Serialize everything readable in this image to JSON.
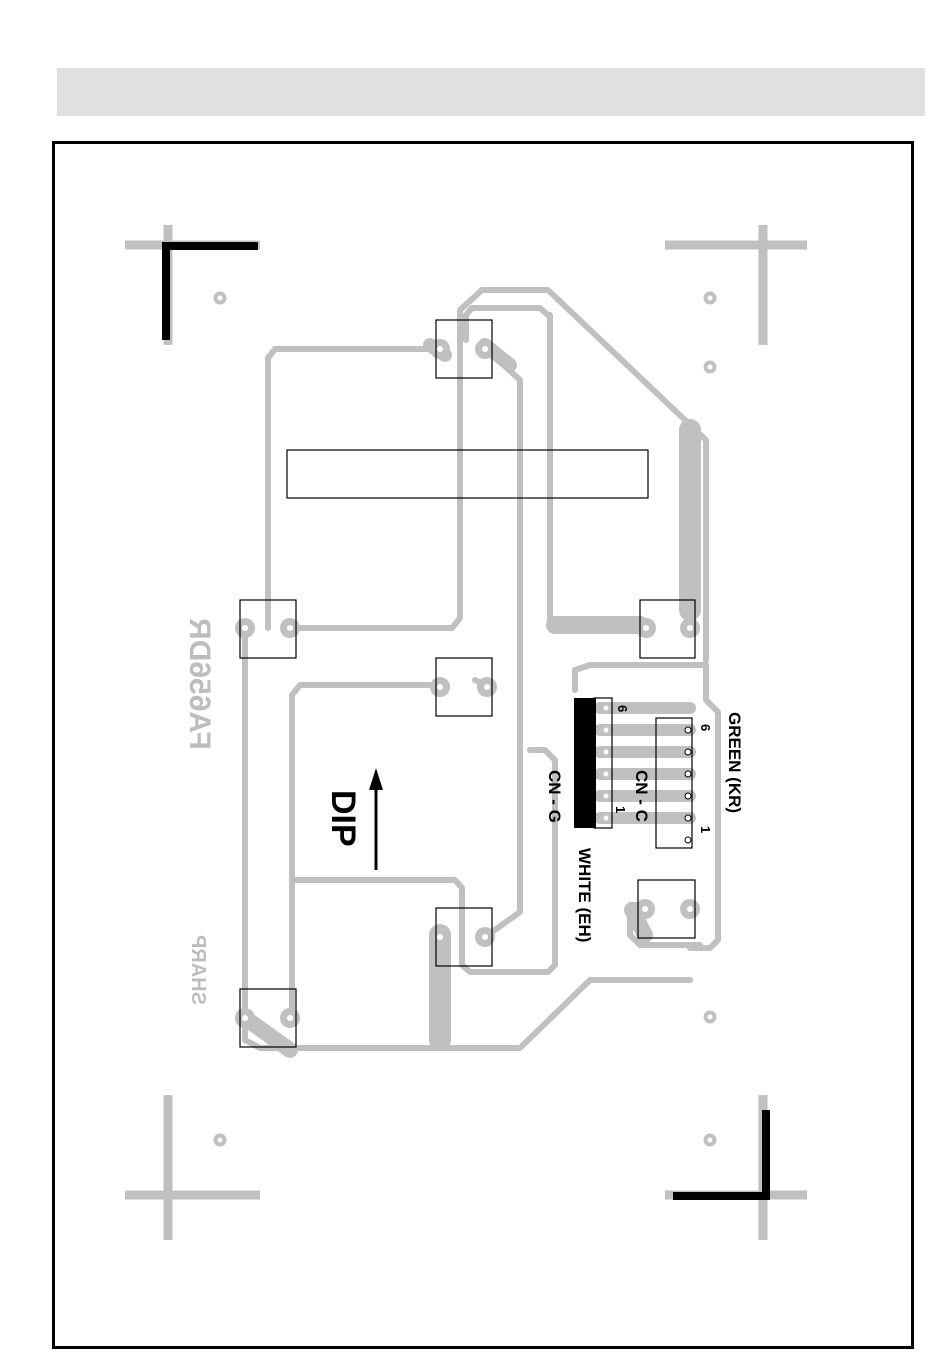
{
  "labels": {
    "dip": "DIP",
    "cn_g": "CN - G",
    "cn_c": "CN - C",
    "green_kr": "GREEN (KR)",
    "white_eh": "WHITE (EH)",
    "pin6_g": "6",
    "pin1_g": "1",
    "pin6_c": "6",
    "pin1_c": "1",
    "silk_model": "FA656DR",
    "silk_brand": "SHARP"
  },
  "colors": {
    "trace": "#c0c0c0",
    "ink": "#000000",
    "header": "#e0e0e0"
  }
}
